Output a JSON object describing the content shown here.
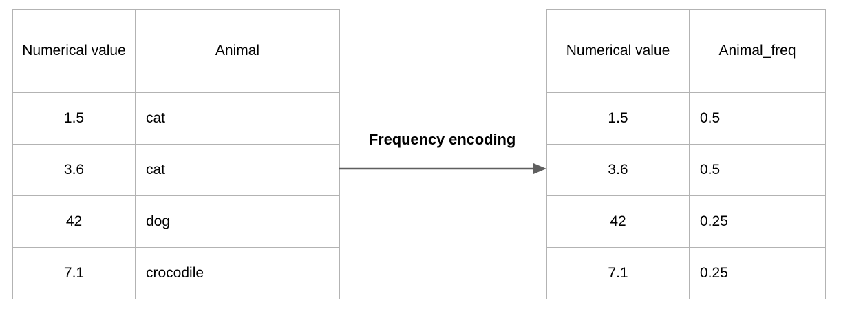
{
  "diagram": {
    "title_label": "Frequency encoding",
    "arrow_icon_name": "right-arrow-icon",
    "accent_color": "#5f5f5f",
    "border_color": "#b3b3b3",
    "text_color": "#000000"
  },
  "source_table": {
    "name": "source-table",
    "headers": [
      "Numerical value",
      "Animal"
    ],
    "rows": [
      {
        "numerical_value": "1.5",
        "animal": "cat"
      },
      {
        "numerical_value": "3.6",
        "animal": "cat"
      },
      {
        "numerical_value": "42",
        "animal": "dog"
      },
      {
        "numerical_value": "7.1",
        "animal": "crocodile"
      }
    ]
  },
  "encoded_table": {
    "name": "encoded-table",
    "headers": [
      "Numerical value",
      "Animal_freq"
    ],
    "rows": [
      {
        "numerical_value": "1.5",
        "animal_freq": "0.5"
      },
      {
        "numerical_value": "3.6",
        "animal_freq": "0.5"
      },
      {
        "numerical_value": "42",
        "animal_freq": "0.25"
      },
      {
        "numerical_value": "7.1",
        "animal_freq": "0.25"
      }
    ]
  }
}
